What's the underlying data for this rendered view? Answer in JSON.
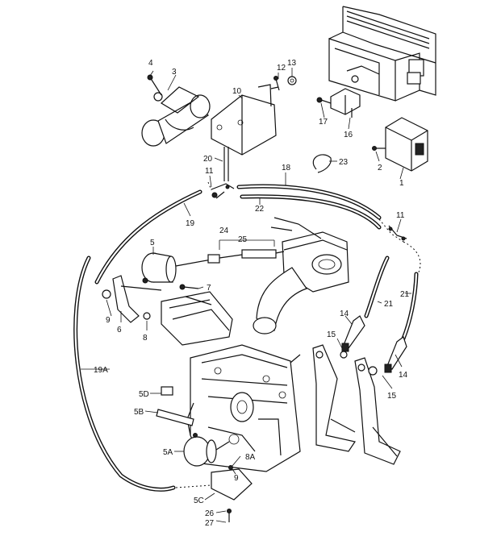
{
  "diagram": {
    "callouts": [
      {
        "id": "c4",
        "text": "4"
      },
      {
        "id": "c3",
        "text": "3"
      },
      {
        "id": "c10",
        "text": "10"
      },
      {
        "id": "c12",
        "text": "12"
      },
      {
        "id": "c13",
        "text": "13"
      },
      {
        "id": "c17",
        "text": "17"
      },
      {
        "id": "c16",
        "text": "16"
      },
      {
        "id": "c2",
        "text": "2"
      },
      {
        "id": "c1",
        "text": "1"
      },
      {
        "id": "c20",
        "text": "20"
      },
      {
        "id": "c23",
        "text": "23"
      },
      {
        "id": "c18",
        "text": "18"
      },
      {
        "id": "c11a",
        "text": "11"
      },
      {
        "id": "c22",
        "text": "22"
      },
      {
        "id": "c19",
        "text": "19"
      },
      {
        "id": "c11b",
        "text": "11"
      },
      {
        "id": "c24",
        "text": "24"
      },
      {
        "id": "c25",
        "text": "25"
      },
      {
        "id": "c5",
        "text": "5"
      },
      {
        "id": "c7",
        "text": "7"
      },
      {
        "id": "c9a",
        "text": "9"
      },
      {
        "id": "c6",
        "text": "6"
      },
      {
        "id": "c8",
        "text": "8"
      },
      {
        "id": "c21a",
        "text": "21"
      },
      {
        "id": "c21b",
        "text": "21"
      },
      {
        "id": "c14a",
        "text": "14"
      },
      {
        "id": "c15a",
        "text": "15"
      },
      {
        "id": "c14b",
        "text": "14"
      },
      {
        "id": "c15b",
        "text": "15"
      },
      {
        "id": "c19A",
        "text": "19A"
      },
      {
        "id": "c5D",
        "text": "5D"
      },
      {
        "id": "c5B",
        "text": "5B"
      },
      {
        "id": "c5A",
        "text": "5A"
      },
      {
        "id": "c8A",
        "text": "8A"
      },
      {
        "id": "c9b",
        "text": "9"
      },
      {
        "id": "c5C",
        "text": "5C"
      },
      {
        "id": "c26",
        "text": "26"
      },
      {
        "id": "c27",
        "text": "27"
      }
    ]
  }
}
